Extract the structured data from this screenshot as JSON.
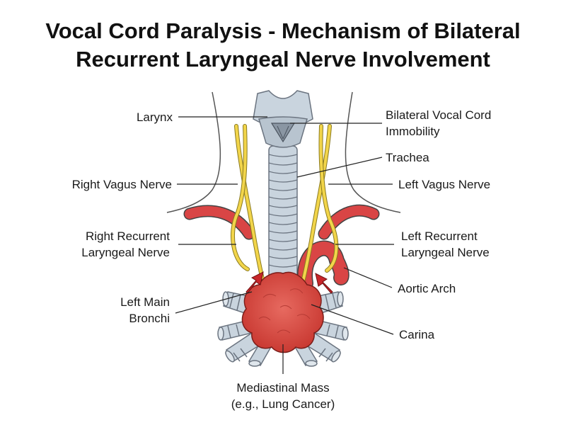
{
  "title": {
    "line1": "Vocal Cord Paralysis - Mechanism of Bilateral",
    "line2": "Recurrent Laryngeal Nerve Involvement"
  },
  "labels": {
    "larynx": "Larynx",
    "vocal_cord_1": "Bilateral Vocal Cord",
    "vocal_cord_2": "Immobility",
    "trachea": "Trachea",
    "right_vagus": "Right Vagus Nerve",
    "left_vagus": "Left Vagus Nerve",
    "right_rln_1": "Right Recurrent",
    "right_rln_2": "Laryngeal Nerve",
    "left_rln_1": "Left Recurrent",
    "left_rln_2": "Laryngeal Nerve",
    "aortic_arch": "Aortic Arch",
    "left_main_bronchi_1": "Left Main",
    "left_main_bronchi_2": "Bronchi",
    "carina": "Carina",
    "mass_1": "Mediastinal Mass",
    "mass_2": "(e.g., Lung Cancer)"
  },
  "colors": {
    "nerve": "#f2d54a",
    "vessel": "#d94545",
    "airway": "#c9d4de",
    "mass": "#d9433f",
    "arrow": "#c8262a"
  }
}
